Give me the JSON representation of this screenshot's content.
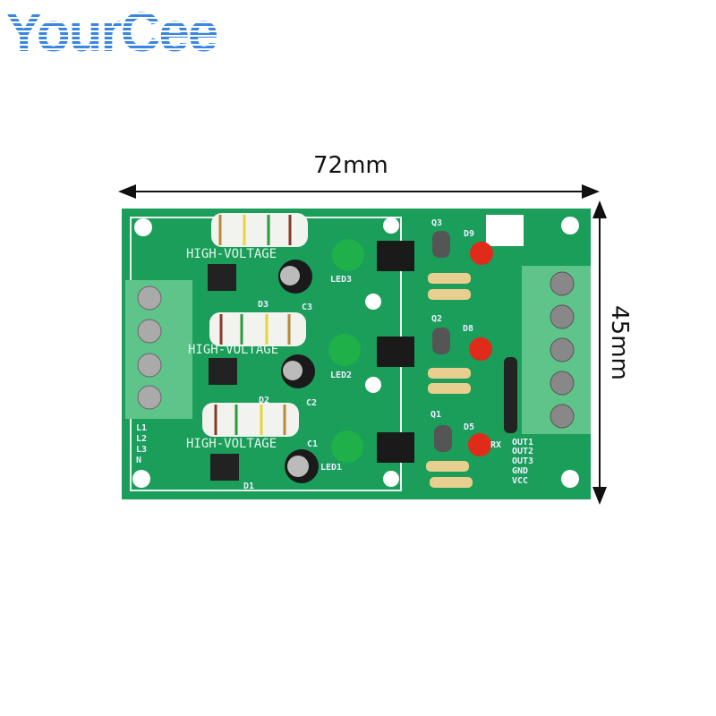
{
  "brand": {
    "logo": "YourCee",
    "color": "#3a86e0"
  },
  "dimensions": {
    "width": "72mm",
    "height": "45mm"
  },
  "board": {
    "color": "#1a9e5a",
    "warnings": [
      "HIGH-VOLTAGE",
      "HIGH-VOLTAGE",
      "HIGH-VOLTAGE"
    ],
    "components": {
      "led3": "LED3",
      "led2": "LED2",
      "led1": "LED1",
      "d3": "D3",
      "c3": "C3",
      "d2": "D2",
      "c2": "C2",
      "c1": "C1",
      "d1": "D1",
      "q3": "Q3",
      "d9": "D9",
      "q2": "Q2",
      "d8": "D8",
      "q1": "Q1",
      "d5": "D5",
      "rx": "RX"
    },
    "input_pins": [
      "L1",
      "L2",
      "L3",
      "N"
    ],
    "output_pins": [
      "OUT1",
      "OUT2",
      "OUT3",
      "GND",
      "VCC"
    ]
  }
}
